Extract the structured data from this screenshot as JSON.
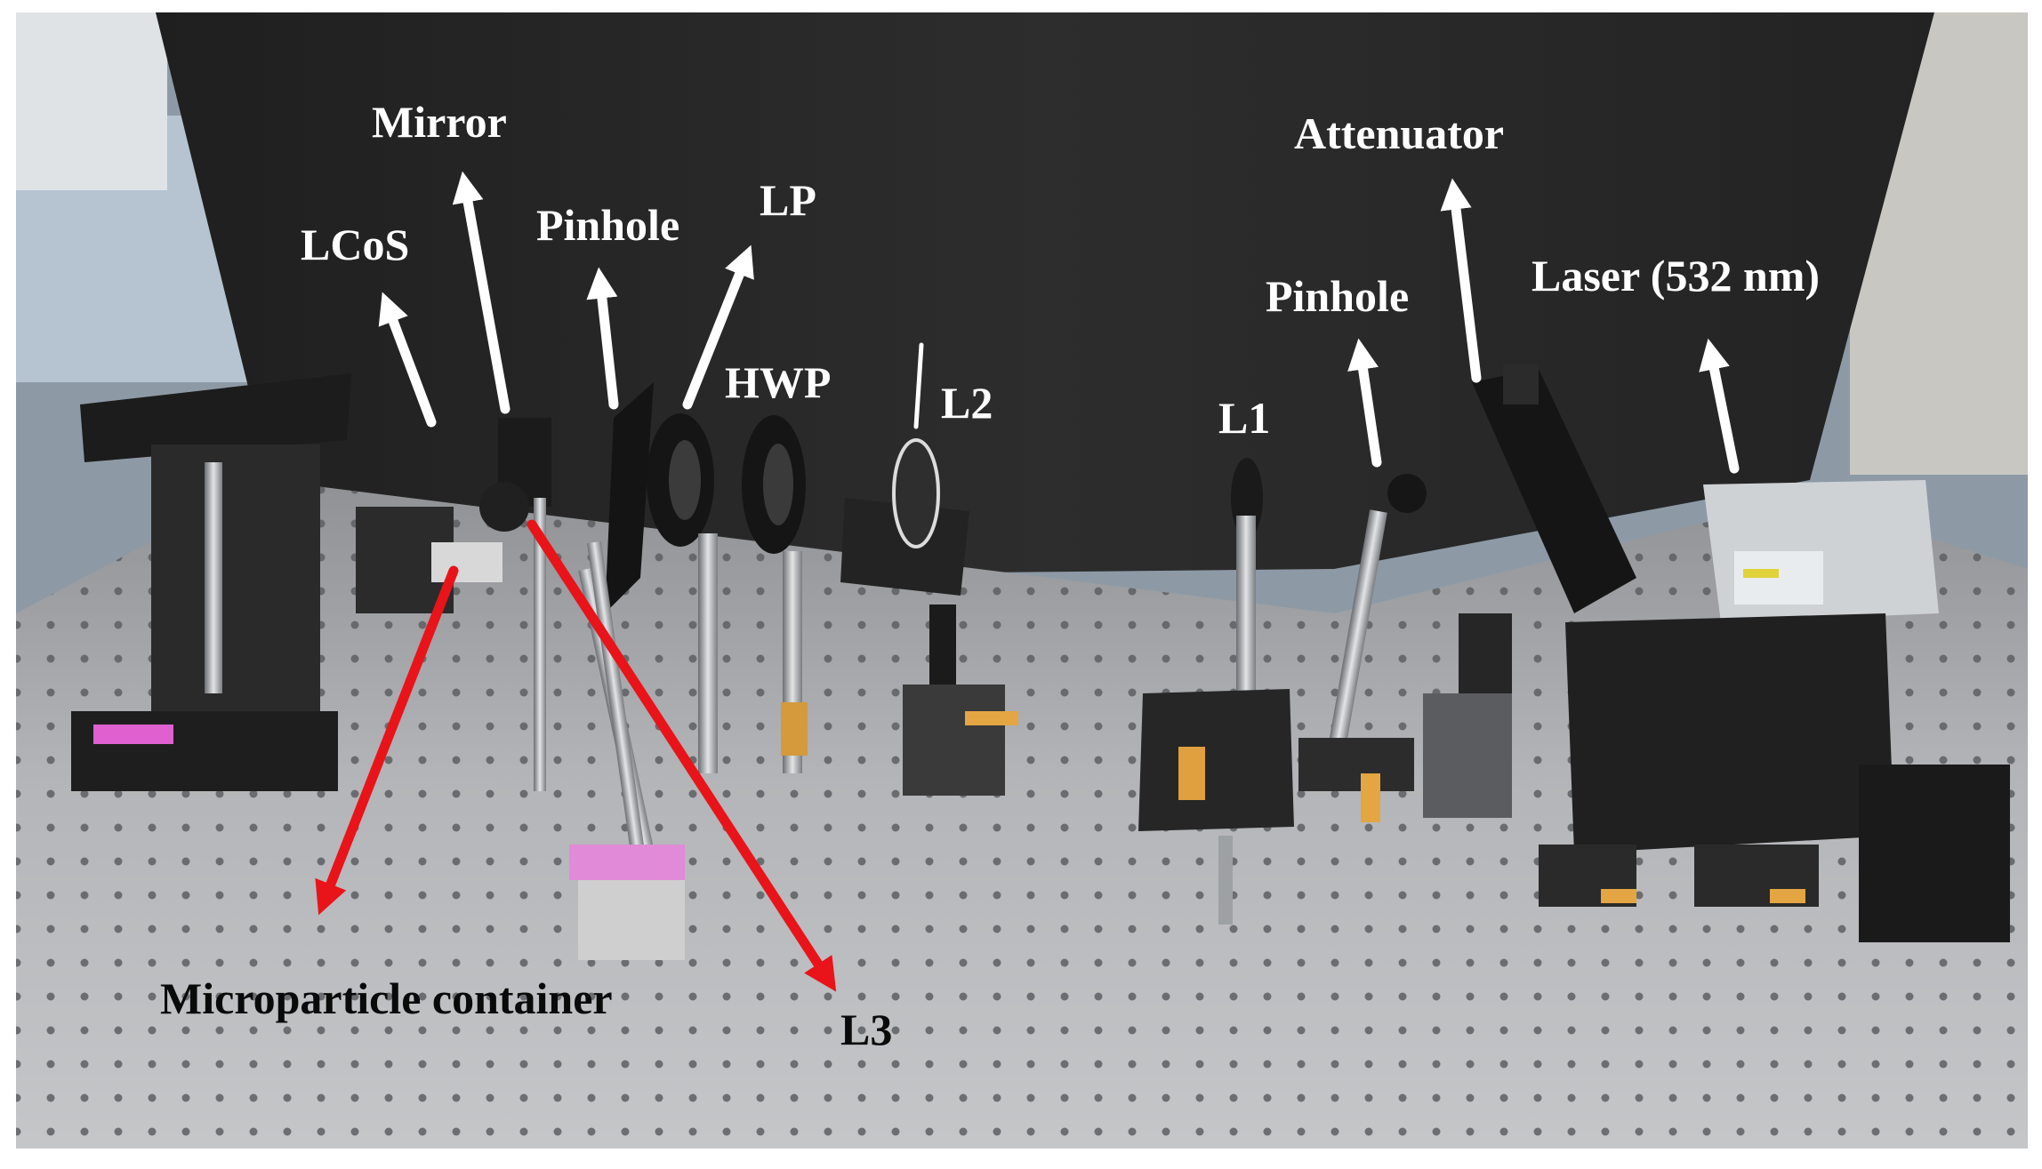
{
  "labels": {
    "lcos": "LCoS",
    "mirror": "Mirror",
    "pinhole_left": "Pinhole",
    "lp": "LP",
    "hwp": "HWP",
    "l2": "L2",
    "l1": "L1",
    "pinhole_right": "Pinhole",
    "attenuator": "Attenuator",
    "laser": "Laser (532 nm)",
    "microparticle_container": "Microparticle container",
    "l3": "L3"
  },
  "colors": {
    "label_white": "#ffffff",
    "label_black": "#0a0a0a",
    "arrow_white": "#ffffff",
    "arrow_red": "#e8141a",
    "backdrop": "#262626",
    "table": "#a9abae"
  }
}
